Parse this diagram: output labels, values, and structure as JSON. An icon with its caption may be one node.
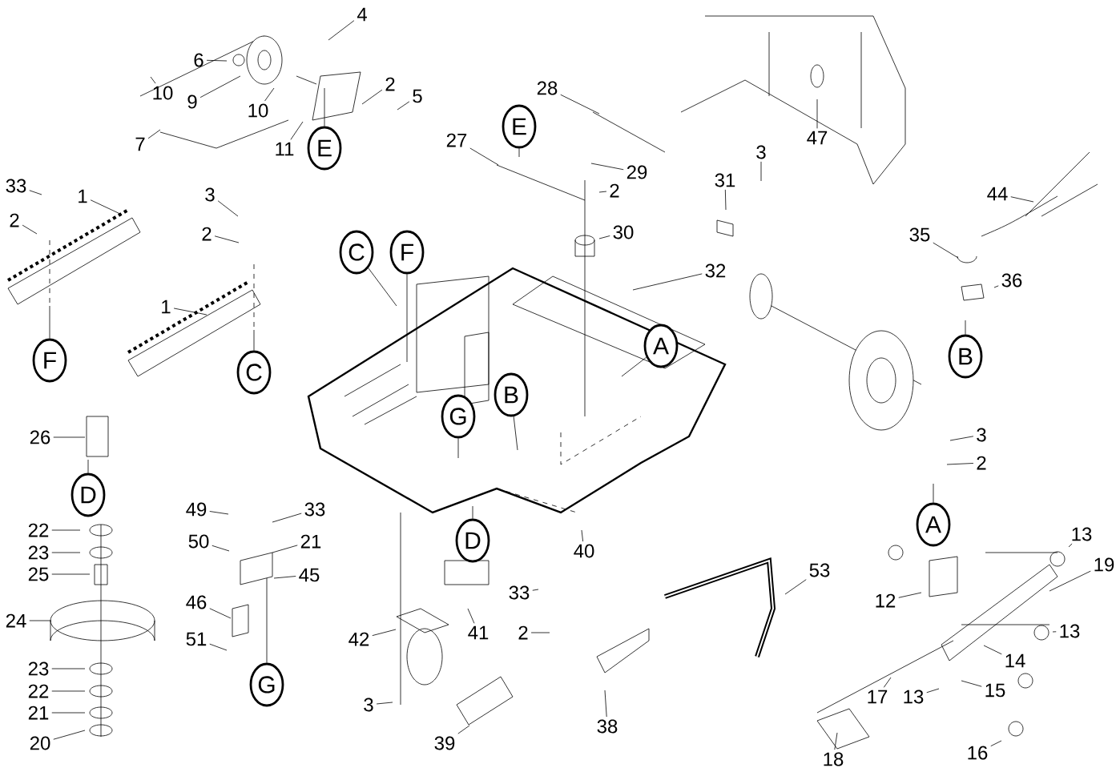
{
  "diagram": {
    "nodes": [
      {
        "text": [
          "4"
        ]
      },
      {
        "text": [
          "6"
        ]
      },
      {
        "text": [
          "10"
        ]
      },
      {
        "text": [
          "9"
        ]
      },
      {
        "text": [
          "10"
        ]
      },
      {
        "text": [
          "2"
        ]
      },
      {
        "text": [
          "5"
        ]
      },
      {
        "text": [
          "7"
        ]
      },
      {
        "text": [
          "11"
        ]
      },
      {
        "text": [
          "28"
        ]
      },
      {
        "text": [
          "27"
        ]
      },
      {
        "text": [
          "29"
        ]
      },
      {
        "text": [
          "2"
        ]
      },
      {
        "text": [
          "47"
        ]
      },
      {
        "text": [
          "3"
        ]
      },
      {
        "text": [
          "31"
        ]
      },
      {
        "text": [
          "33"
        ]
      },
      {
        "text": [
          "1"
        ]
      },
      {
        "text": [
          "44"
        ]
      },
      {
        "text": [
          "30"
        ]
      },
      {
        "text": [
          "3"
        ]
      },
      {
        "text": [
          "2"
        ]
      },
      {
        "text": [
          "2"
        ]
      },
      {
        "text": [
          "35"
        ]
      },
      {
        "text": [
          "32"
        ]
      },
      {
        "text": [
          "36"
        ]
      },
      {
        "text": [
          "1"
        ]
      },
      {
        "text": [
          "26"
        ]
      },
      {
        "text": [
          "3"
        ]
      },
      {
        "text": [
          "2"
        ]
      },
      {
        "text": [
          "13"
        ]
      },
      {
        "text": [
          "19"
        ]
      },
      {
        "text": [
          "49"
        ]
      },
      {
        "text": [
          "33"
        ]
      },
      {
        "text": [
          "50"
        ]
      },
      {
        "text": [
          "21"
        ]
      },
      {
        "text": [
          "22"
        ]
      },
      {
        "text": [
          "23"
        ]
      },
      {
        "text": [
          "25"
        ]
      },
      {
        "text": [
          "45"
        ]
      },
      {
        "text": [
          "53"
        ]
      },
      {
        "text": [
          "40"
        ]
      },
      {
        "text": [
          "33"
        ]
      },
      {
        "text": [
          "46"
        ]
      },
      {
        "text": [
          "12"
        ]
      },
      {
        "text": [
          "24"
        ]
      },
      {
        "text": [
          "42"
        ]
      },
      {
        "text": [
          "41"
        ]
      },
      {
        "text": [
          "2"
        ]
      },
      {
        "text": [
          "13"
        ]
      },
      {
        "text": [
          "51"
        ]
      },
      {
        "text": [
          "14"
        ]
      },
      {
        "text": [
          "15"
        ]
      },
      {
        "text": [
          "23"
        ]
      },
      {
        "text": [
          "22"
        ]
      },
      {
        "text": [
          "17"
        ]
      },
      {
        "text": [
          "13"
        ]
      },
      {
        "text": [
          "3"
        ]
      },
      {
        "text": [
          "38"
        ]
      },
      {
        "text": [
          "21"
        ]
      },
      {
        "text": [
          "20"
        ]
      },
      {
        "text": [
          "39"
        ]
      },
      {
        "text": [
          "16"
        ]
      },
      {
        "text": [
          "18"
        ]
      },
      {
        "text": [
          "E"
        ]
      },
      {
        "text": [
          "E"
        ]
      },
      {
        "text": [
          "C"
        ]
      },
      {
        "text": [
          "F"
        ]
      },
      {
        "text": [
          "A"
        ]
      },
      {
        "text": [
          "B"
        ]
      },
      {
        "text": [
          "F"
        ]
      },
      {
        "text": [
          "C"
        ]
      },
      {
        "text": [
          "G"
        ]
      },
      {
        "text": [
          "B"
        ]
      },
      {
        "text": [
          "D"
        ]
      },
      {
        "text": [
          "D"
        ]
      },
      {
        "text": [
          "A"
        ]
      },
      {
        "text": [
          "G"
        ]
      }
    ],
    "edges": [
      {
        "from": 0,
        "to": null,
        "arrow": "none"
      },
      {
        "from": 1,
        "to": null,
        "arrow": "none"
      },
      {
        "from": 2,
        "to": null,
        "arrow": "none"
      },
      {
        "from": 3,
        "to": null,
        "arrow": "none"
      },
      {
        "from": 4,
        "to": null,
        "arrow": "none"
      },
      {
        "from": 5,
        "to": null,
        "arrow": "none"
      },
      {
        "from": 6,
        "to": null,
        "arrow": "none"
      },
      {
        "from": 7,
        "to": null,
        "arrow": "none"
      },
      {
        "from": 8,
        "to": null,
        "arrow": "none"
      },
      {
        "from": 9,
        "to": null,
        "arrow": "none"
      },
      {
        "from": 10,
        "to": null,
        "arrow": "none"
      },
      {
        "from": 11,
        "to": null,
        "arrow": "none"
      },
      {
        "from": 12,
        "to": null,
        "arrow": "none"
      },
      {
        "from": 13,
        "to": null,
        "arrow": "none"
      },
      {
        "from": 14,
        "to": null,
        "arrow": "none"
      },
      {
        "from": 15,
        "to": null,
        "arrow": "none"
      },
      {
        "from": 16,
        "to": null,
        "arrow": "none"
      },
      {
        "from": 17,
        "to": null,
        "arrow": "none"
      },
      {
        "from": 18,
        "to": null,
        "arrow": "none"
      },
      {
        "from": 19,
        "to": null,
        "arrow": "none"
      },
      {
        "from": 20,
        "to": null,
        "arrow": "none"
      },
      {
        "from": 21,
        "to": null,
        "arrow": "none"
      },
      {
        "from": 22,
        "to": null,
        "arrow": "none"
      },
      {
        "from": 23,
        "to": null,
        "arrow": "none"
      },
      {
        "from": 24,
        "to": null,
        "arrow": "none"
      },
      {
        "from": 25,
        "to": null,
        "arrow": "none"
      },
      {
        "from": 26,
        "to": null,
        "arrow": "none"
      },
      {
        "from": 27,
        "to": null,
        "arrow": "none"
      },
      {
        "from": 28,
        "to": null,
        "arrow": "none"
      },
      {
        "from": 29,
        "to": null,
        "arrow": "none"
      },
      {
        "from": 30,
        "to": null,
        "arrow": "none"
      },
      {
        "from": 31,
        "to": null,
        "arrow": "none"
      },
      {
        "from": 32,
        "to": null,
        "arrow": "none"
      },
      {
        "from": 33,
        "to": null,
        "arrow": "none"
      },
      {
        "from": 34,
        "to": null,
        "arrow": "none"
      },
      {
        "from": 35,
        "to": null,
        "arrow": "none"
      },
      {
        "from": 36,
        "to": null,
        "arrow": "none"
      },
      {
        "from": 37,
        "to": null,
        "arrow": "none"
      },
      {
        "from": 38,
        "to": null,
        "arrow": "none"
      },
      {
        "from": 39,
        "to": null,
        "arrow": "none"
      },
      {
        "from": 40,
        "to": null,
        "arrow": "none"
      },
      {
        "from": 41,
        "to": null,
        "arrow": "none"
      },
      {
        "from": 42,
        "to": null,
        "arrow": "none"
      },
      {
        "from": 43,
        "to": null,
        "arrow": "none"
      },
      {
        "from": 44,
        "to": null,
        "arrow": "none"
      },
      {
        "from": 45,
        "to": null,
        "arrow": "none"
      },
      {
        "from": 46,
        "to": null,
        "arrow": "none"
      },
      {
        "from": 47,
        "to": null,
        "arrow": "none"
      },
      {
        "from": 48,
        "to": null,
        "arrow": "none"
      },
      {
        "from": 49,
        "to": null,
        "arrow": "none"
      },
      {
        "from": 50,
        "to": null,
        "arrow": "none"
      },
      {
        "from": 51,
        "to": null,
        "arrow": "none"
      },
      {
        "from": 52,
        "to": null,
        "arrow": "none"
      },
      {
        "from": 53,
        "to": null,
        "arrow": "none"
      },
      {
        "from": 54,
        "to": null,
        "arrow": "none"
      },
      {
        "from": 55,
        "to": null,
        "arrow": "none"
      },
      {
        "from": 56,
        "to": null,
        "arrow": "none"
      },
      {
        "from": 57,
        "to": null,
        "arrow": "none"
      },
      {
        "from": 58,
        "to": null,
        "arrow": "none"
      },
      {
        "from": 59,
        "to": null,
        "arrow": "none"
      },
      {
        "from": 60,
        "to": null,
        "arrow": "none"
      },
      {
        "from": 61,
        "to": null,
        "arrow": "none"
      },
      {
        "from": 62,
        "to": null,
        "arrow": "none"
      },
      {
        "from": 63,
        "to": null,
        "arrow": "none"
      },
      {
        "from": 64,
        "to": null,
        "arrow": "none"
      },
      {
        "from": 65,
        "to": null,
        "arrow": "none"
      },
      {
        "from": 66,
        "to": null,
        "arrow": "none"
      },
      {
        "from": 67,
        "to": null,
        "arrow": "none"
      },
      {
        "from": 68,
        "to": null,
        "arrow": "none"
      },
      {
        "from": 69,
        "to": null,
        "arrow": "none"
      },
      {
        "from": 70,
        "to": null,
        "arrow": "none"
      },
      {
        "from": 71,
        "to": null,
        "arrow": "none"
      },
      {
        "from": 72,
        "to": null,
        "arrow": "none"
      },
      {
        "from": 73,
        "to": null,
        "arrow": "none"
      },
      {
        "from": 74,
        "to": null,
        "arrow": "none"
      },
      {
        "from": 75,
        "to": null,
        "arrow": "none"
      },
      {
        "from": 76,
        "to": null,
        "arrow": "none"
      },
      {
        "from": 77,
        "to": null,
        "arrow": "none"
      }
    ]
  }
}
